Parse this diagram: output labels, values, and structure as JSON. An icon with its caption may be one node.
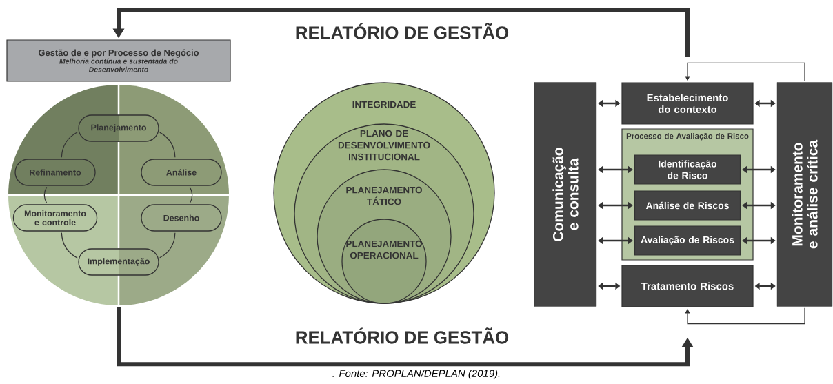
{
  "diagram": {
    "caption": ". Fonte: PROPLAN/DEPLAN (2019).",
    "nodes": [
      {
        "text": [
          "Gestão de e por Processo de Negócio",
          "Melhoria contínua e sustentada do Desenvolvimento"
        ]
      },
      {
        "text": [],
        "shape": "circle"
      },
      {
        "text": [
          "Planejamento"
        ],
        "in": 1
      },
      {
        "text": [
          "Análise"
        ],
        "in": 1
      },
      {
        "text": [
          "Desenho"
        ],
        "in": 1
      },
      {
        "text": [
          "Implementação"
        ],
        "in": 1
      },
      {
        "text": [
          "Monitoramento e controle"
        ],
        "in": 1
      },
      {
        "text": [
          "Refinamento"
        ],
        "in": 1
      },
      {
        "text": [
          "INTEGRIDADE"
        ]
      },
      {
        "text": [
          "PLANO DE DESENVOLVIMENTO INSTITUCIONAL"
        ],
        "in": 8
      },
      {
        "text": [
          "PLANEJAMENTO TÁTICO"
        ],
        "in": 9
      },
      {
        "text": [
          "PLANEJAMENTO OPERACIONAL"
        ],
        "in": 10
      },
      {
        "text": [
          "Comunicação e consulta"
        ]
      },
      {
        "text": [
          "Estabelecimento do contexto"
        ]
      },
      {
        "text": [
          "Processo de Avaliação de Risco"
        ]
      },
      {
        "text": [
          "Identificação de Risco"
        ],
        "in": 14
      },
      {
        "text": [
          "Análise de Riscos"
        ],
        "in": 14
      },
      {
        "text": [
          "Avaliação de Riscos"
        ],
        "in": 14
      },
      {
        "text": [
          "Tratamento Riscos"
        ]
      },
      {
        "text": [
          "Monitoramento e análise crítica"
        ]
      }
    ],
    "edges": [
      {
        "from": 13,
        "to": 0,
        "arrow": "to",
        "style": "thick"
      },
      {
        "from": 1,
        "to": 18,
        "arrow": "to",
        "style": "thick"
      },
      {
        "from": 19,
        "to": 13,
        "arrow": "to"
      },
      {
        "from": 19,
        "to": 18,
        "arrow": "to"
      },
      {
        "from": 2,
        "to": 3,
        "arrow": "none"
      },
      {
        "from": 3,
        "to": 4,
        "arrow": "none"
      },
      {
        "from": 4,
        "to": 5,
        "arrow": "none"
      },
      {
        "from": 5,
        "to": 6,
        "arrow": "none"
      },
      {
        "from": 6,
        "to": 7,
        "arrow": "none"
      },
      {
        "from": 7,
        "to": 2,
        "arrow": "none"
      },
      {
        "from": 12,
        "to": 13,
        "arrow": "both"
      },
      {
        "from": 13,
        "to": 19,
        "arrow": "both"
      },
      {
        "from": 12,
        "to": 15,
        "arrow": "both"
      },
      {
        "from": 15,
        "to": 19,
        "arrow": "both"
      },
      {
        "from": 12,
        "to": 16,
        "arrow": "both"
      },
      {
        "from": 16,
        "to": 19,
        "arrow": "both"
      },
      {
        "from": 12,
        "to": 17,
        "arrow": "both"
      },
      {
        "from": 17,
        "to": 19,
        "arrow": "both"
      },
      {
        "from": 12,
        "to": 18,
        "arrow": "both"
      },
      {
        "from": 18,
        "to": 19,
        "arrow": "both"
      }
    ],
    "labels": [
      "RELATÓRIO DE GESTÃO",
      "RELATÓRIO DE GESTÃO"
    ]
  }
}
